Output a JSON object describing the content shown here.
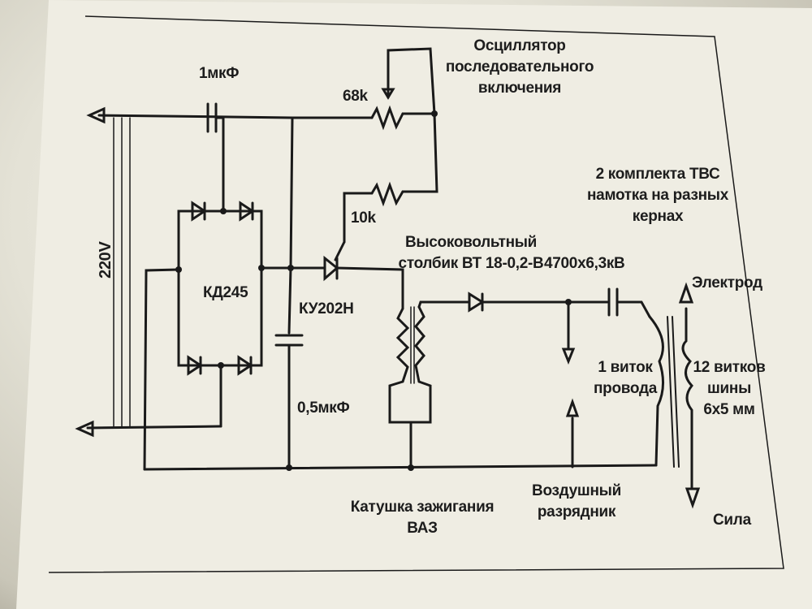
{
  "labels": {
    "cap_1uf": "1мкФ",
    "v220": "220V",
    "bridge": "КД245",
    "r68k": "68k",
    "r10k": "10k",
    "osc_line1": "Осциллятор",
    "osc_line2": "последовательного",
    "osc_line3": "включения",
    "thyristor": "КУ202Н",
    "cap_05": "0,5мкФ",
    "hv_line1": "Высоковольтный",
    "hv_line2": "столбик ВТ 18-0,2-В",
    "cap_4700": "4700х6,3кВ",
    "tvs_line1": "2 комплекта ТВС",
    "tvs_line2": "намотка на разных",
    "tvs_line3": "кернах",
    "electrode": "Электрод",
    "turn1_line1": "1 виток",
    "turn1_line2": "провода",
    "turns12_line1": "12 витков",
    "turns12_line2": "шины",
    "turns12_line3": "6х5 мм",
    "coil_line1": "Катушка зажигания",
    "coil_line2": "ВАЗ",
    "gap_line1": "Воздушный",
    "gap_line2": "разрядник",
    "sila": "Сила"
  }
}
